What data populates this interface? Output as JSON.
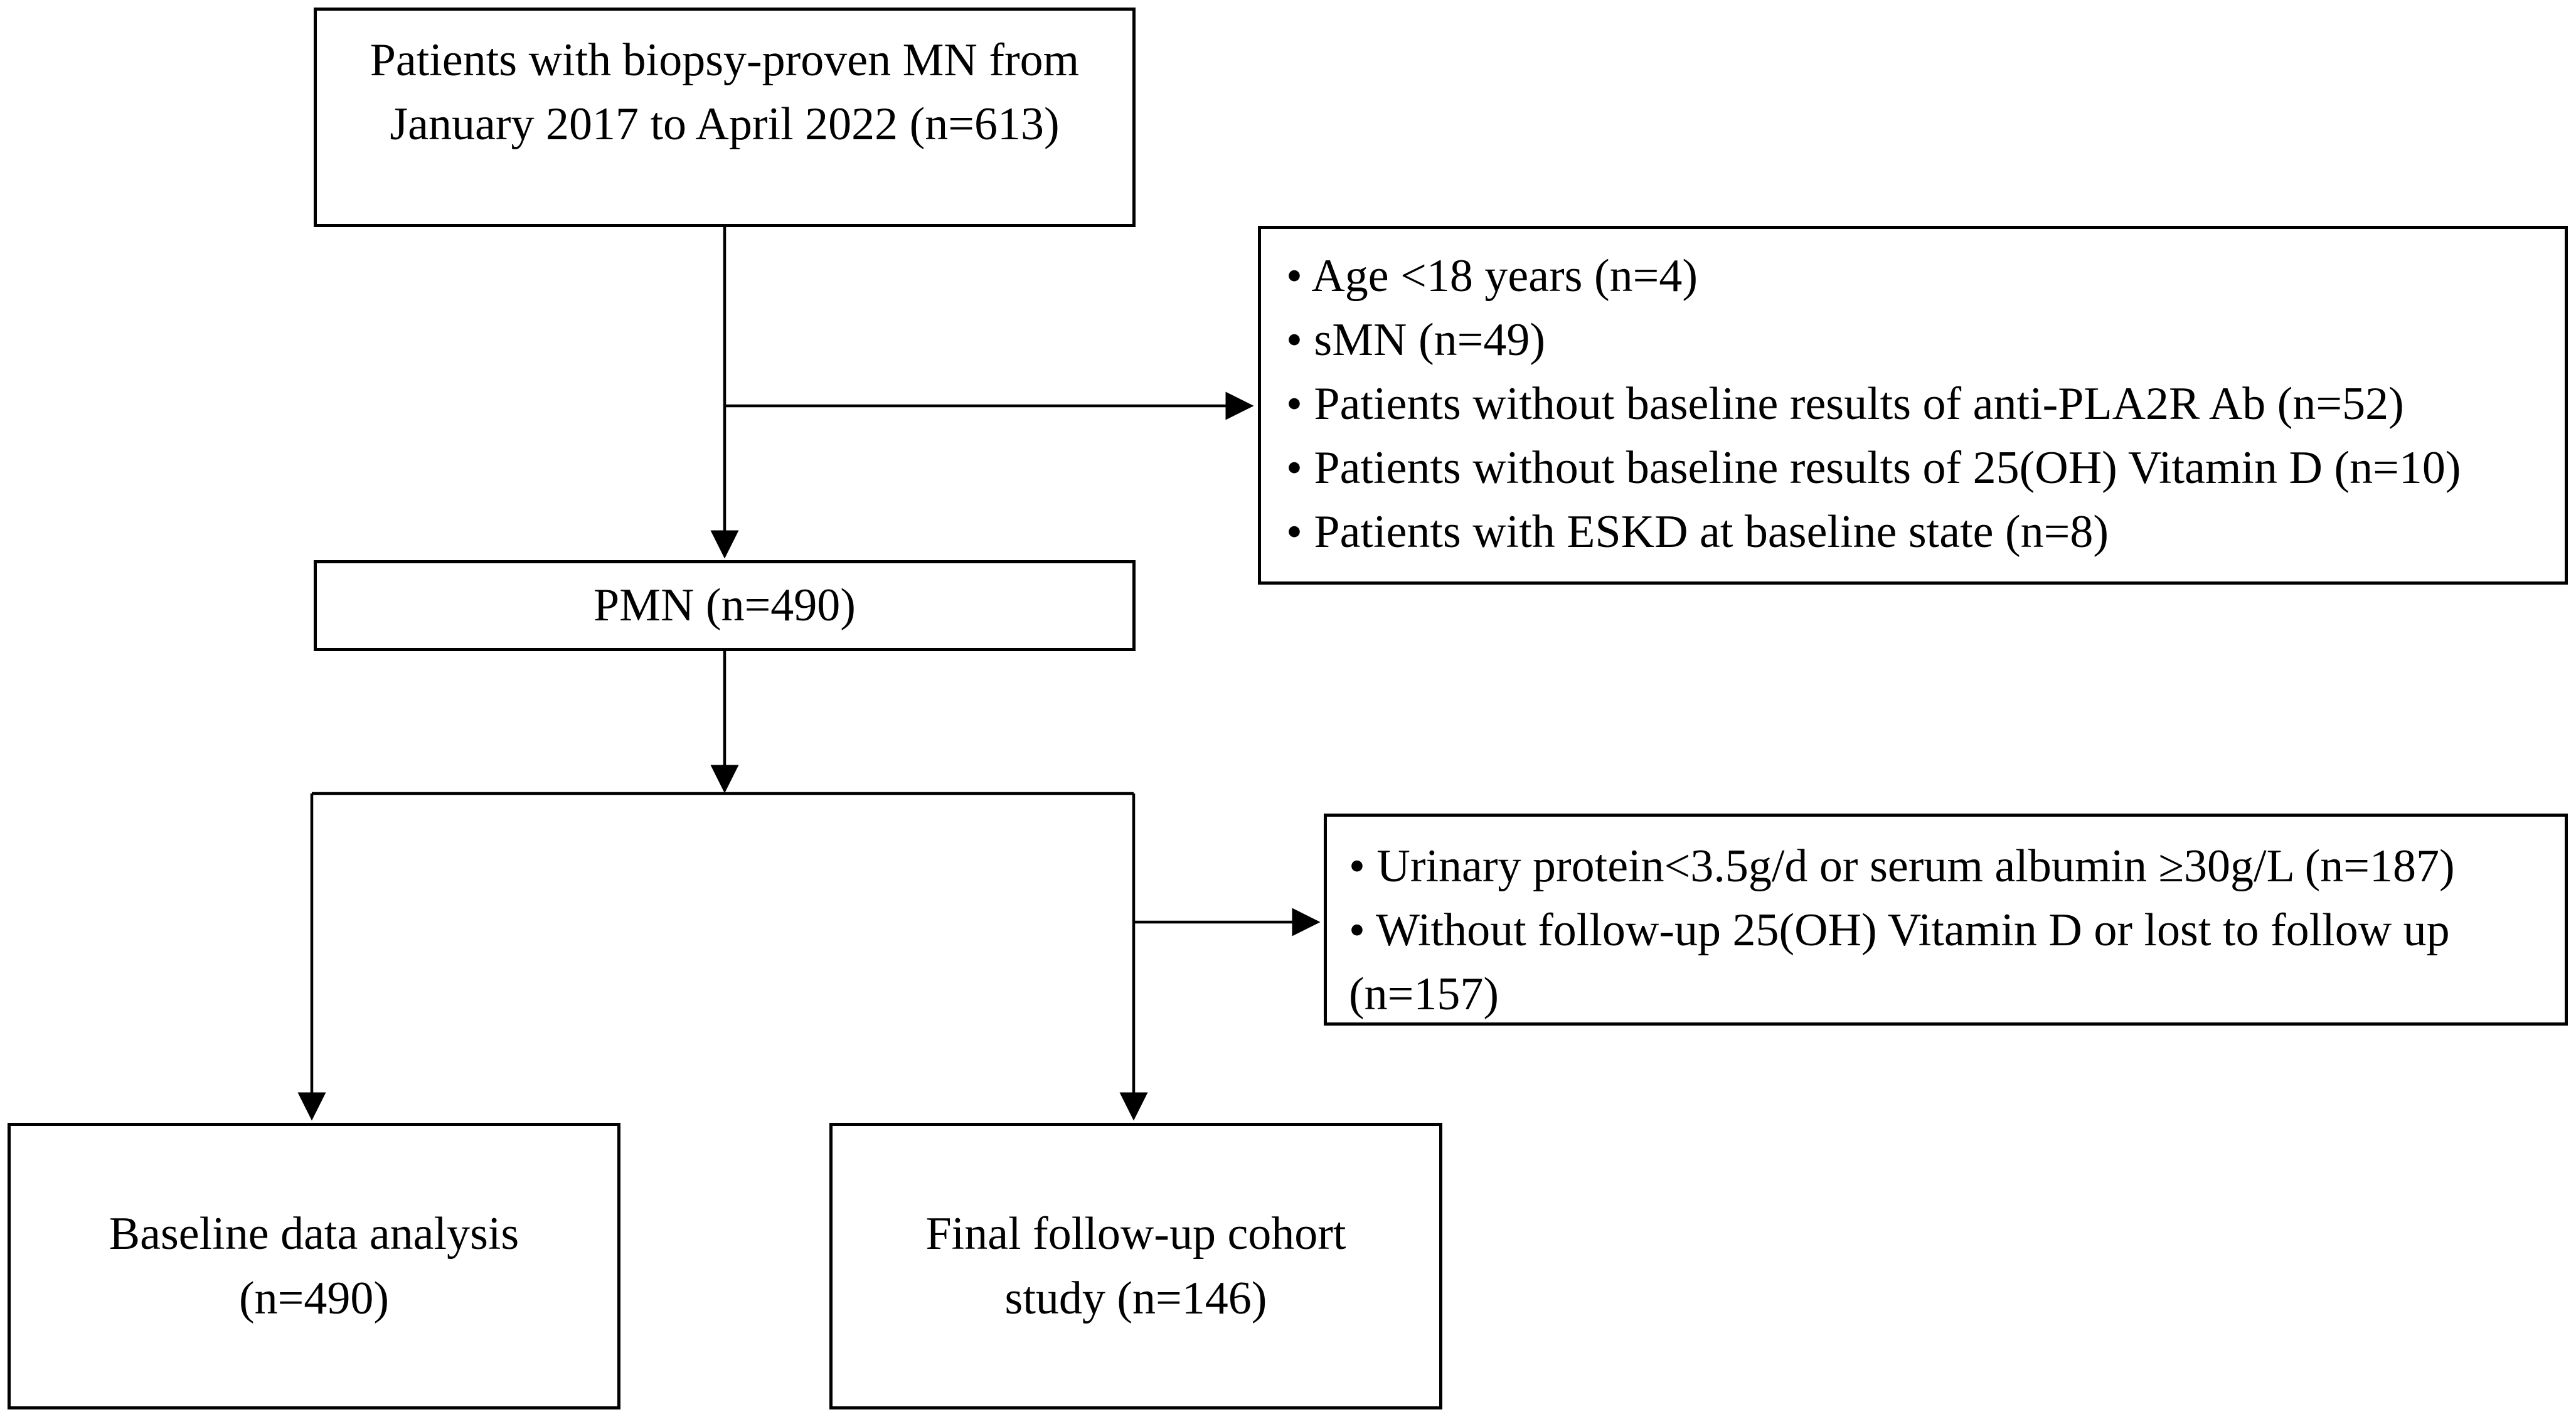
{
  "boxes": {
    "initial": {
      "lines": [
        "Patients with biopsy-proven MN from",
        "January 2017 to April 2022 (n=613)"
      ]
    },
    "exclusion1": {
      "items": [
        "• Age <18 years (n=4)",
        "• sMN (n=49)",
        "• Patients without baseline results of anti-PLA2R Ab (n=52)",
        "• Patients without baseline results of 25(OH) Vitamin D (n=10)",
        "• Patients with ESKD at baseline state (n=8)"
      ]
    },
    "pmn": {
      "label": "PMN (n=490)"
    },
    "exclusion2": {
      "items": [
        "• Urinary protein<3.5g/d or serum albumin ≥30g/L (n=187)",
        "• Without follow-up 25(OH) Vitamin D  or lost to follow up (n=157)"
      ]
    },
    "baseline": {
      "lines": [
        "Baseline data analysis",
        "(n=490)"
      ]
    },
    "followup": {
      "lines": [
        "Final follow-up cohort",
        "study (n=146)"
      ]
    }
  }
}
